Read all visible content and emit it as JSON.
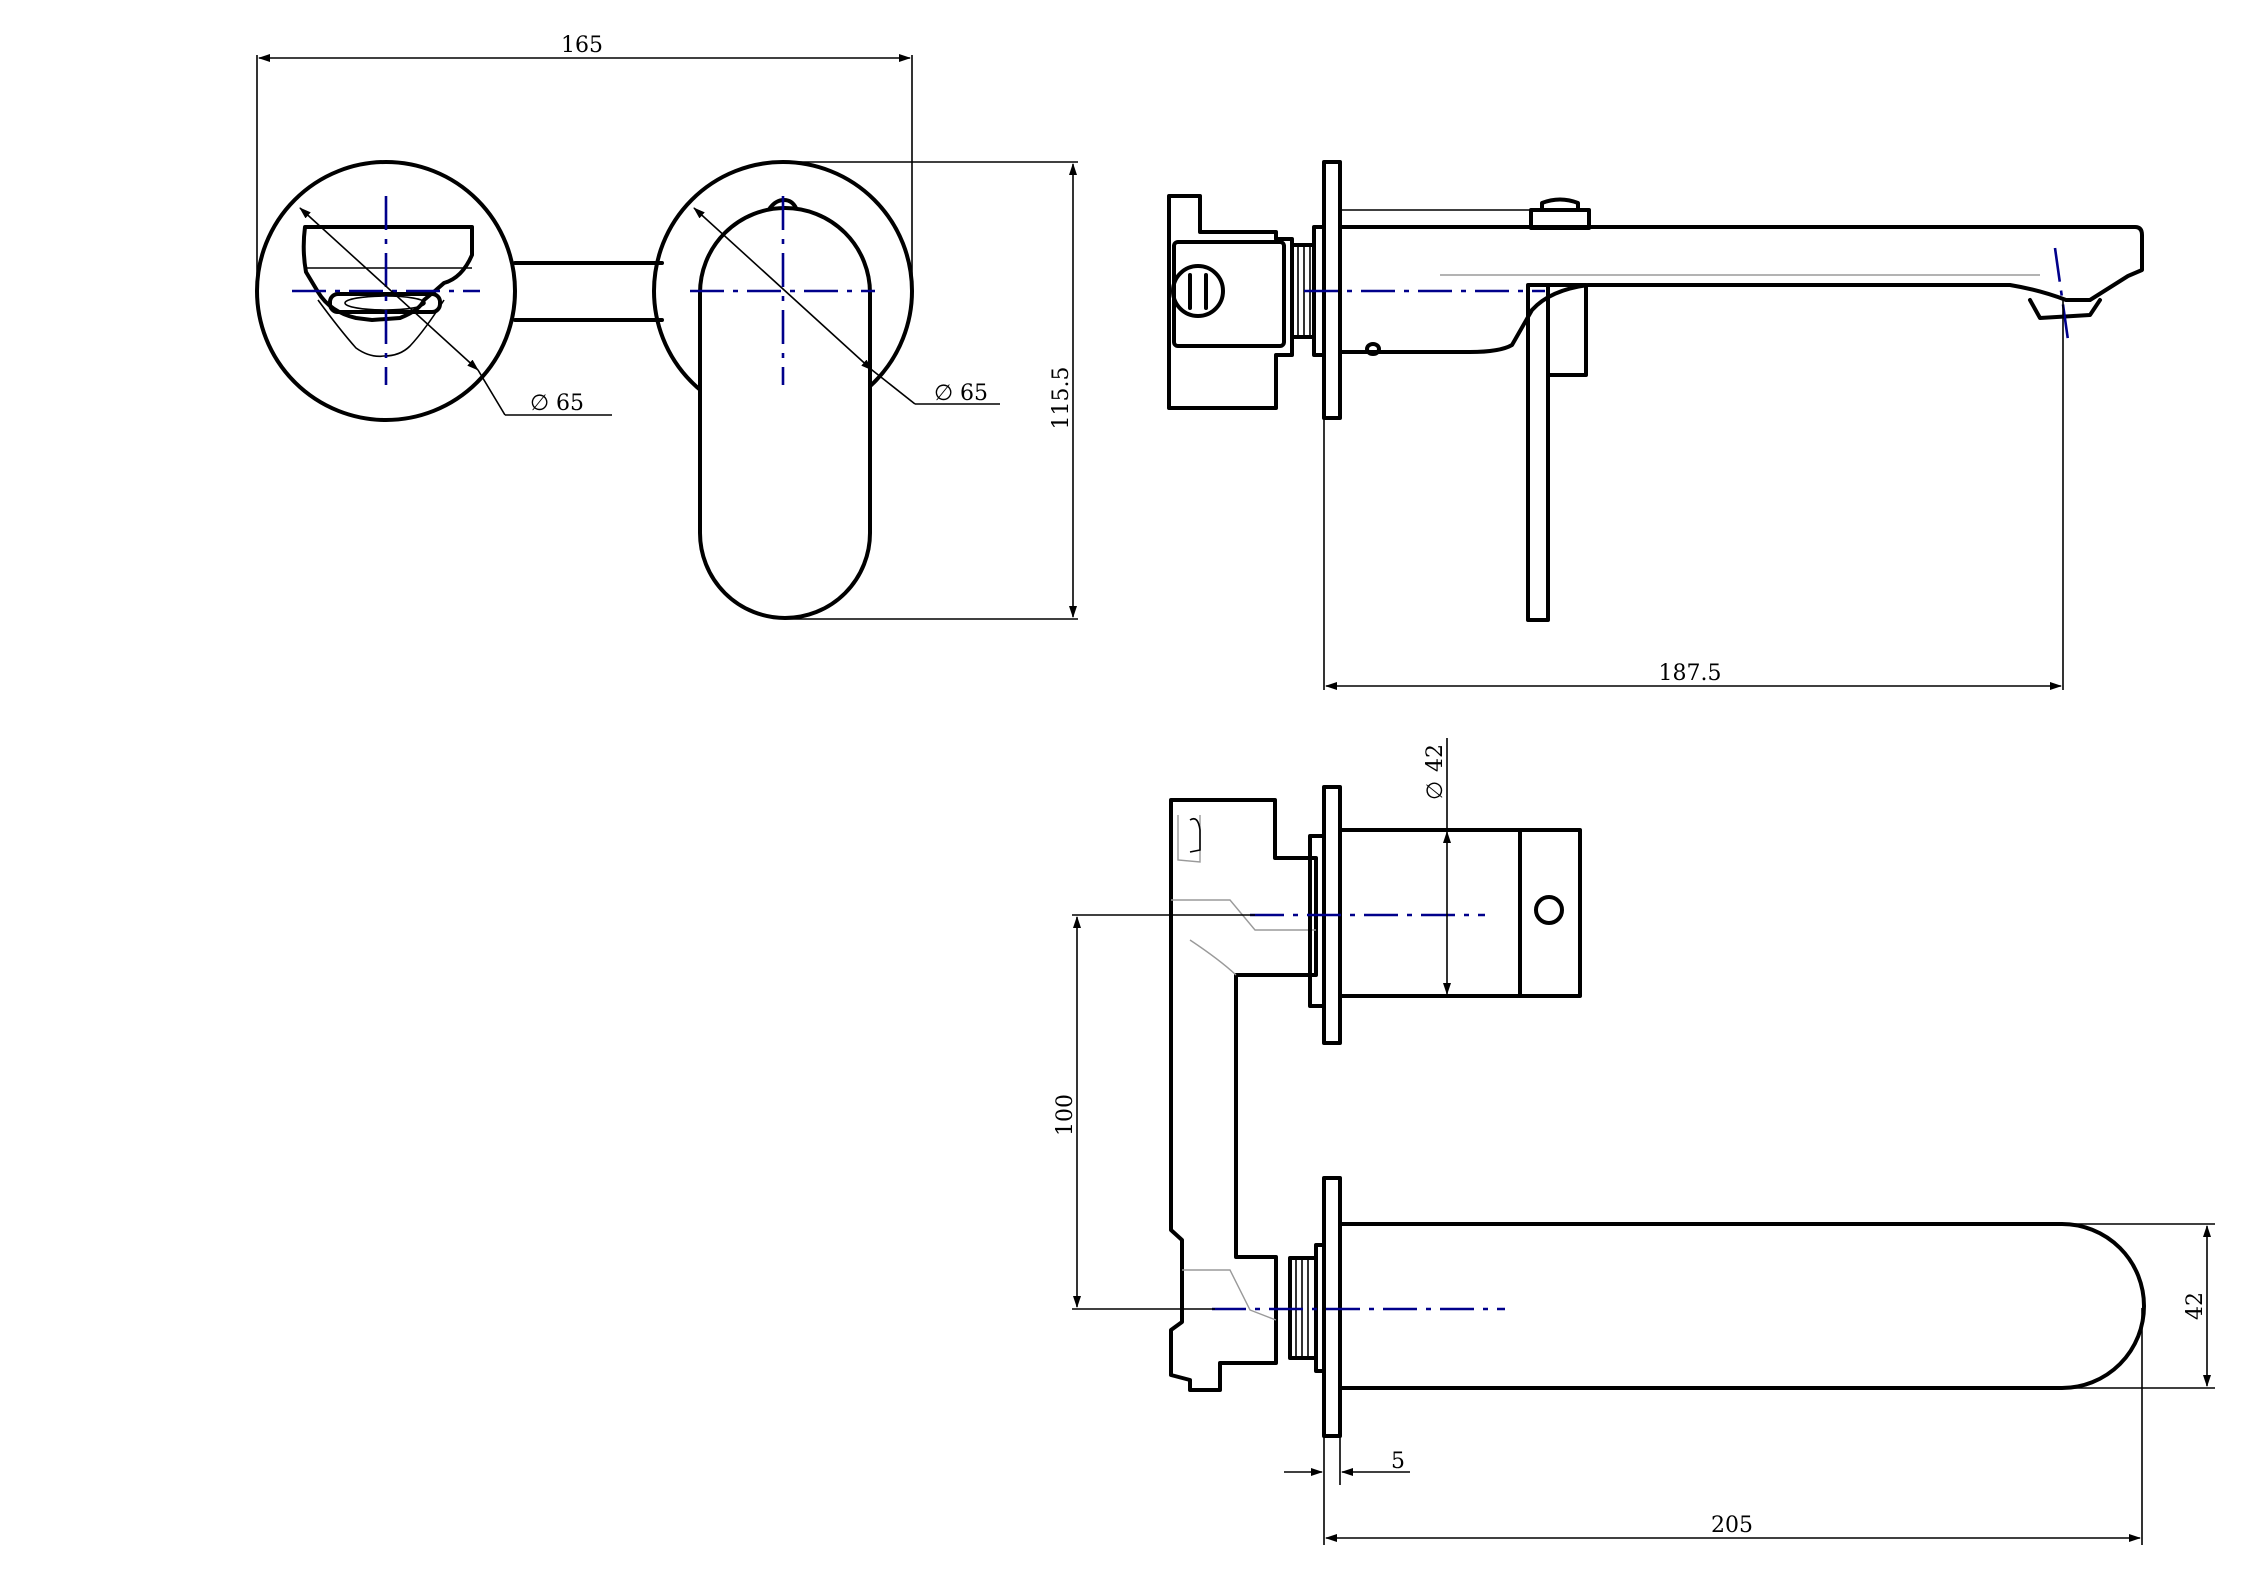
{
  "dimensions": {
    "overall_width": "165",
    "wall_plate_diameter_left": "65",
    "wall_plate_diameter_right": "65",
    "overall_height": "115.5",
    "spout_projection": "187.5",
    "body_diameter": "42",
    "center_distance": "100",
    "spout_height": "42",
    "plate_thickness": "5",
    "total_depth": "205"
  },
  "symbols": {
    "diameter": "∅"
  },
  "colors": {
    "outline": "#000000",
    "centerline": "#00008b"
  }
}
